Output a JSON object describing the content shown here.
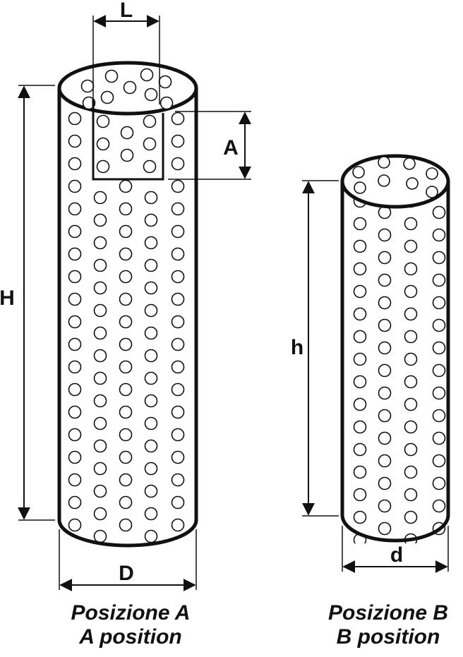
{
  "figure": {
    "ink_color": "#111111",
    "background": "#ffffff",
    "labels": {
      "L": "L",
      "A": "A",
      "H": "H",
      "D": "D",
      "h": "h",
      "d": "d"
    },
    "captions": {
      "position_a_it": "Posizione A",
      "position_a_en": "A position",
      "position_b_it": "Posizione B",
      "position_b_en": "B position"
    }
  }
}
